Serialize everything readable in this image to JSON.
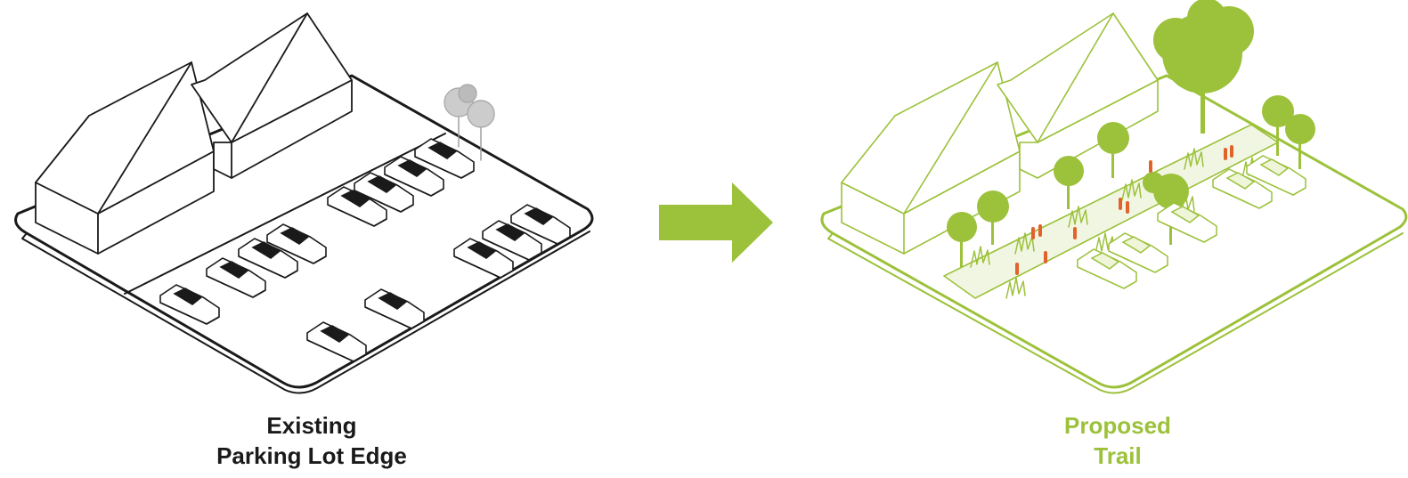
{
  "existing": {
    "caption_line1": "Existing",
    "caption_line2": "Parking Lot Edge",
    "color": "#1a1a1a"
  },
  "proposed": {
    "caption_line1": "Proposed",
    "caption_line2": "Trail",
    "color": "#9cc13a",
    "people_color": "#e2622b"
  },
  "arrow": {
    "color": "#9cc13a",
    "icon": "right-arrow-icon"
  }
}
